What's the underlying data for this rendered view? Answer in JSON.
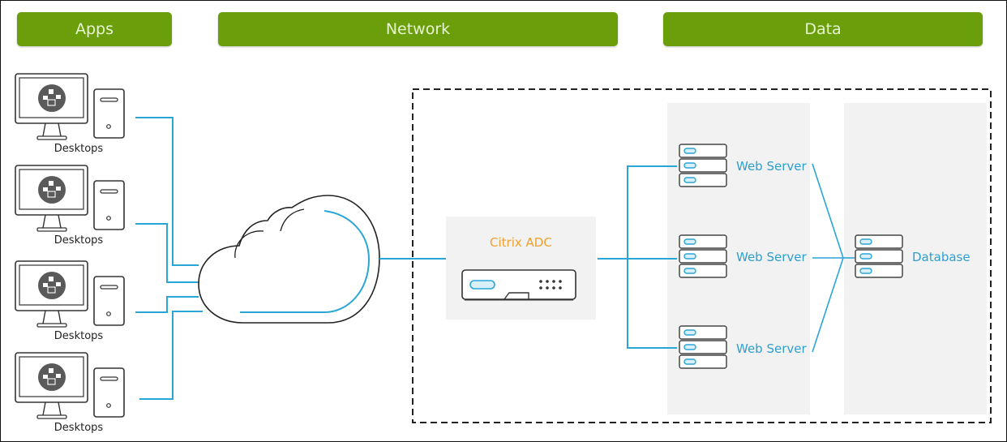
{
  "colors": {
    "header_green": "#6a9e0a",
    "connector_blue": "#2aa6d6",
    "label_blue": "#2e9fd1",
    "adc_orange": "#f0a030",
    "zone_gray": "#f1f2f1",
    "outline": "#333333"
  },
  "headers": [
    {
      "label": "Apps"
    },
    {
      "label": "Network"
    },
    {
      "label": "Data"
    }
  ],
  "desktops": [
    {
      "label": "Desktops",
      "icon": "desktop-with-tower-icon"
    },
    {
      "label": "Desktops",
      "icon": "desktop-with-tower-icon"
    },
    {
      "label": "Desktops",
      "icon": "desktop-with-tower-icon"
    },
    {
      "label": "Desktops",
      "icon": "desktop-with-tower-icon"
    }
  ],
  "network": {
    "cloud_icon": "cloud-icon",
    "adc": {
      "label": "Citrix ADC",
      "icon": "appliance-icon"
    }
  },
  "web_servers": [
    {
      "label": "Web Server",
      "icon": "server-rack-icon"
    },
    {
      "label": "Web Server",
      "icon": "server-rack-icon"
    },
    {
      "label": "Web Server",
      "icon": "server-rack-icon"
    }
  ],
  "database": {
    "label": "Database",
    "icon": "server-rack-icon"
  }
}
